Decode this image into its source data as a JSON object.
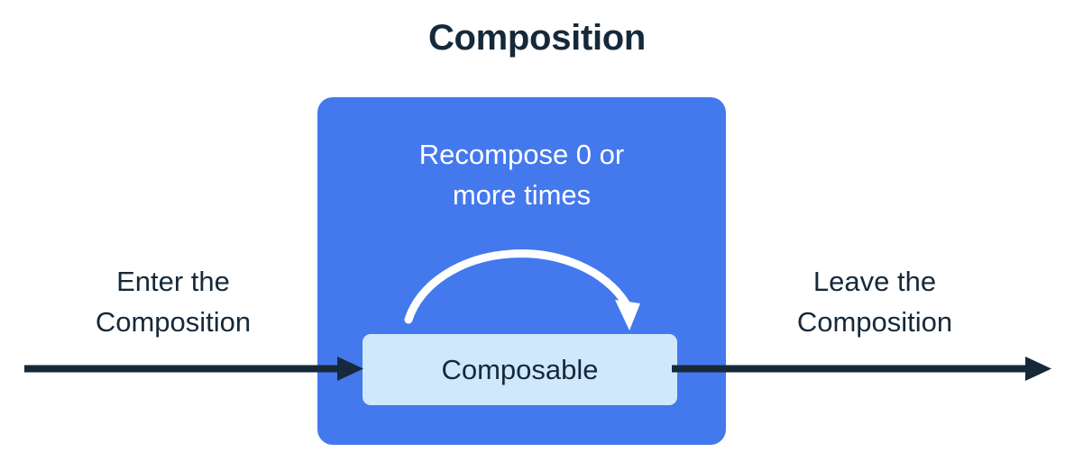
{
  "title": "Composition",
  "composition_box": {
    "recompose_caption_line1": "Recompose 0 or",
    "recompose_caption_line2": "more times",
    "composable_label": "Composable",
    "box_color": "#4478ed",
    "composable_color": "#cfe8fb",
    "recompose_arrow_color": "#ffffff",
    "recompose_arrow_name": "curved-loop-arrow"
  },
  "enter_label": {
    "line1": "Enter the",
    "line2": "Composition"
  },
  "leave_label": {
    "line1": "Leave the",
    "line2": "Composition"
  },
  "arrows": {
    "left_arrow_name": "enter-flow-arrow",
    "right_arrow_name": "leave-flow-arrow",
    "color": "#16293a"
  },
  "colors": {
    "text_dark": "#16293a",
    "accent_blue": "#4478ed",
    "light_blue": "#cfe8fb",
    "background": "#ffffff"
  }
}
